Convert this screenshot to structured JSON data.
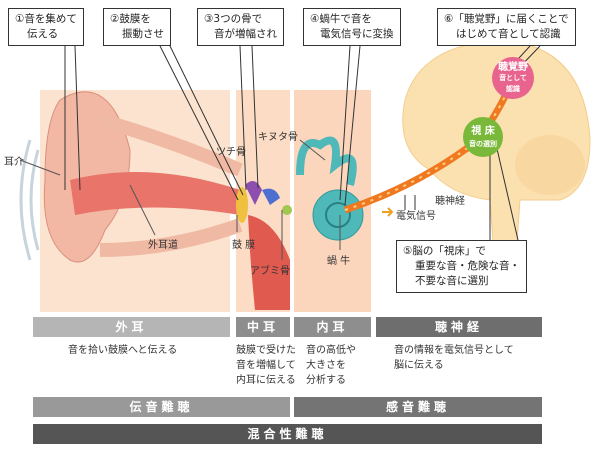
{
  "callouts": {
    "c1": [
      "①音を集めて",
      "伝える"
    ],
    "c2": [
      "②鼓膜を",
      "振動させ"
    ],
    "c3": [
      "③3つの骨で",
      "音が増幅され"
    ],
    "c4": [
      "④蝸牛で音を",
      "電気信号に変換"
    ],
    "c5": [
      "⑤脳の「視床」で",
      "重要な音・危険な音・",
      "不要な音に選別"
    ],
    "c6": [
      "⑥「聴覚野」に届くことで",
      "はじめて音として認識"
    ]
  },
  "labels": {
    "pinna": "耳介",
    "ear_canal": "外耳道",
    "malleus": "ツチ骨",
    "incus": "キヌタ骨",
    "eardrum": "鼓 膜",
    "stapes": "アブミ骨",
    "cochlea": "蝸 牛",
    "auditory_nerve": "聴神経",
    "signal_legend": "電気信号"
  },
  "brain": {
    "auditory_cortex": {
      "title": "聴覚野",
      "sub1": "音として",
      "sub2": "認識",
      "color": "#e8648f"
    },
    "thalamus": {
      "title": "視 床",
      "sub": "音の選別",
      "color": "#7ab83a"
    }
  },
  "sections": [
    {
      "label": "外耳",
      "desc": [
        "音を拾い鼓膜へと伝える"
      ],
      "color": "#b5b5b5"
    },
    {
      "label": "中耳",
      "desc": [
        "鼓膜で受けた",
        "音を増幅して",
        "内耳に伝える"
      ],
      "color": "#8e8e8e"
    },
    {
      "label": "内耳",
      "desc": [
        "音の高低や",
        "大きさを",
        "分析する"
      ],
      "color": "#8e8e8e"
    },
    {
      "label": "聴神経",
      "desc": [
        "音の情報を電気信号として",
        "脳に伝える"
      ],
      "color": "#6e6e6e"
    }
  ],
  "hearing_loss": {
    "conductive": "伝音難聴",
    "sensorineural": "感音難聴",
    "mixed": "混合性難聴"
  }
}
